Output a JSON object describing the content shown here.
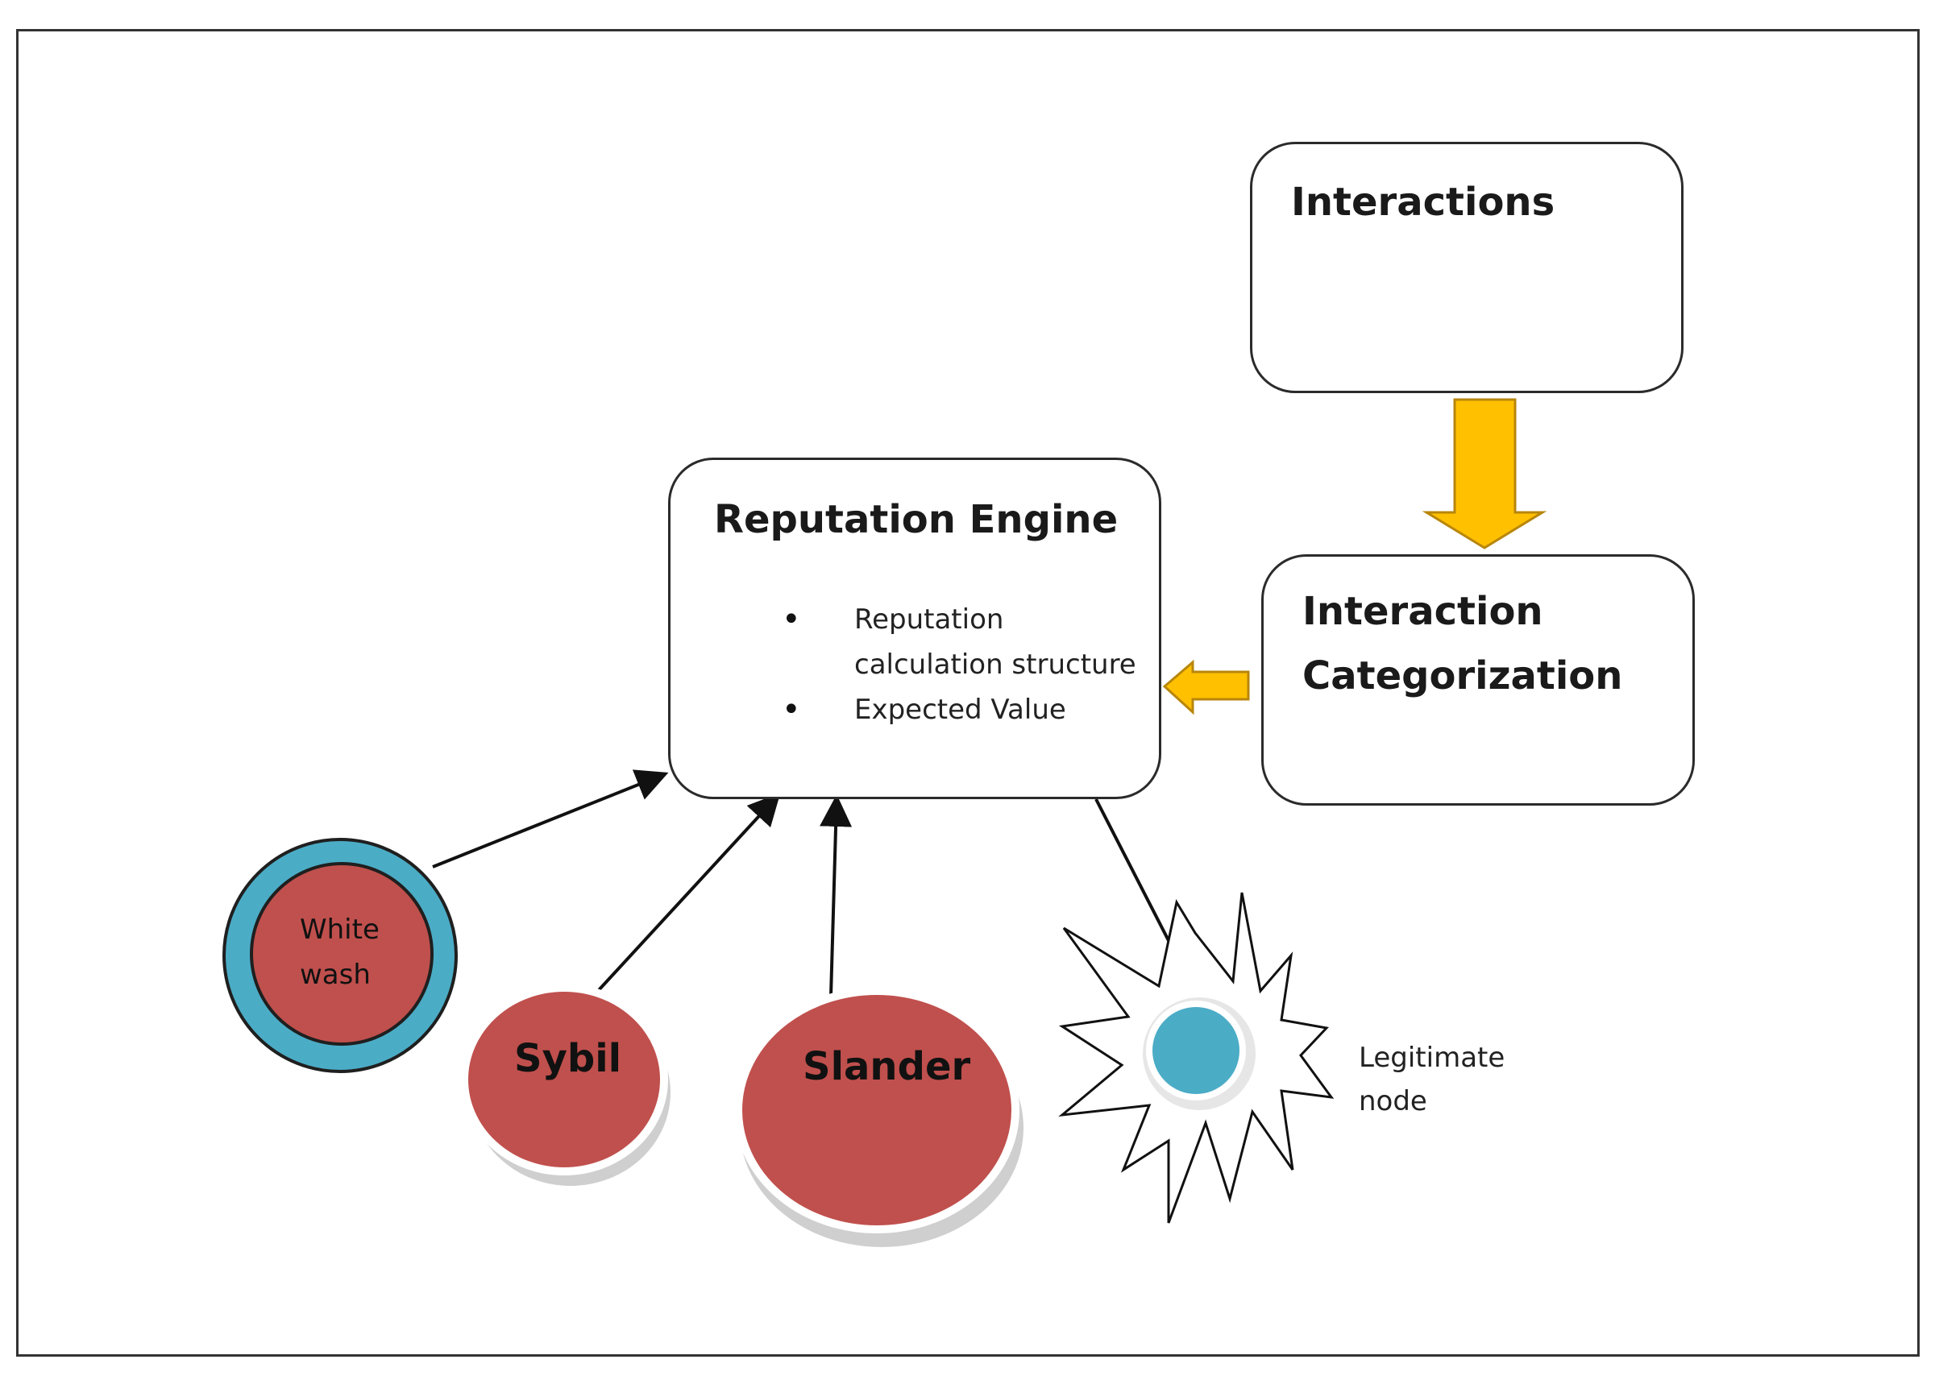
{
  "diagram": {
    "interactions": {
      "title": "Interactions"
    },
    "categorization": {
      "title_line1": "Interaction",
      "title_line2": "Categorization"
    },
    "engine": {
      "title": "Reputation Engine",
      "items": [
        {
          "line1": "Reputation",
          "line2": "calculation structure"
        },
        {
          "line1": "Expected Value"
        }
      ]
    },
    "attacks": {
      "whitewash": {
        "line1": "White",
        "line2": "wash"
      },
      "sybil": {
        "label": "Sybil"
      },
      "slander": {
        "label": "Slander"
      }
    },
    "legitimate": {
      "line1": "Legitimate",
      "line2": "node"
    }
  },
  "colors": {
    "attack_fill": "#c0504d",
    "legit_fill": "#4bacc6",
    "whitewash_ring": "#4bacc6",
    "flow_arrow": "#ffc000",
    "flow_arrow_stroke": "#b8860b"
  }
}
